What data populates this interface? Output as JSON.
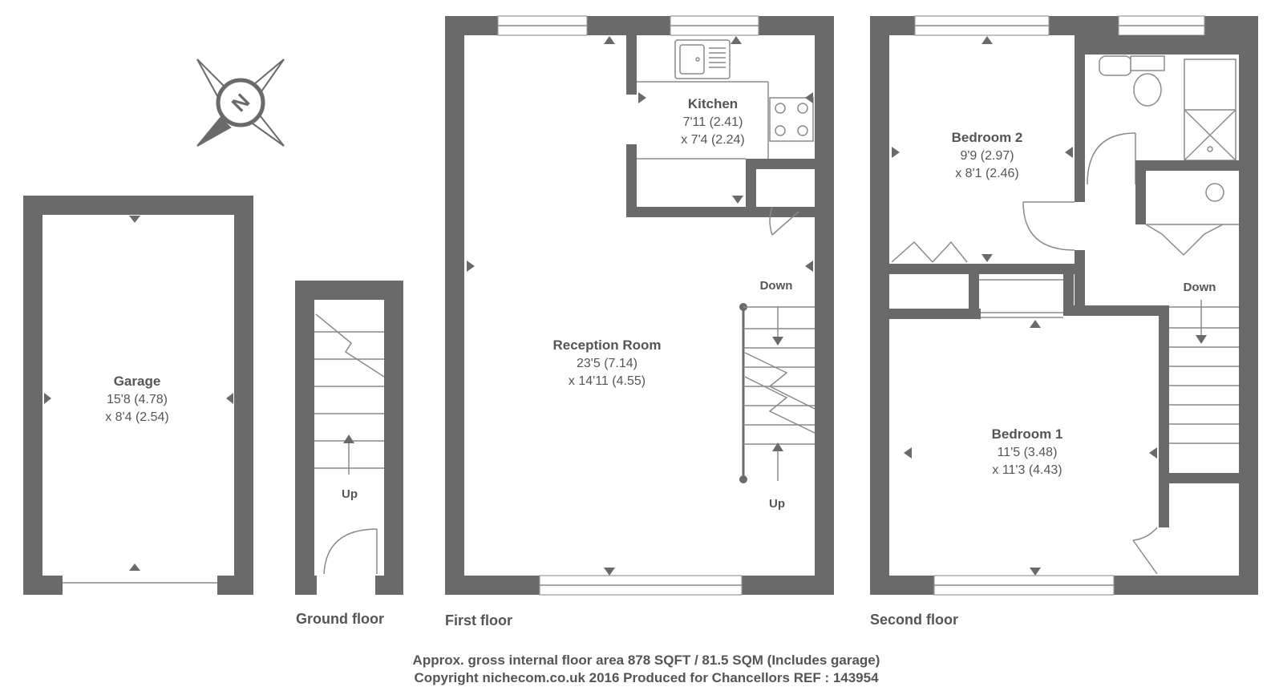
{
  "rooms": {
    "garage": {
      "name": "Garage",
      "dim1": "15'8 (4.78)",
      "dim2": "x 8'4 (2.54)"
    },
    "reception": {
      "name": "Reception Room",
      "dim1": "23'5 (7.14)",
      "dim2": "x 14'11 (4.55)"
    },
    "kitchen": {
      "name": "Kitchen",
      "dim1": "7'11 (2.41)",
      "dim2": "x 7'4 (2.24)"
    },
    "bedroom2": {
      "name": "Bedroom 2",
      "dim1": "9'9 (2.97)",
      "dim2": "x 8'1 (2.46)"
    },
    "bedroom1": {
      "name": "Bedroom 1",
      "dim1": "11'5 (3.48)",
      "dim2": "x 11'3 (4.43)"
    }
  },
  "stairs": {
    "ground_up": "Up",
    "first_down": "Down",
    "first_up": "Up",
    "second_down": "Down"
  },
  "floors": {
    "ground": "Ground floor",
    "first": "First floor",
    "second": "Second floor"
  },
  "compass": {
    "letter": "N"
  },
  "footer": {
    "line1": "Approx. gross internal floor area 878 SQFT / 81.5 SQM (Includes garage)",
    "line2": "Copyright nichecom.co.uk 2016 Produced for Chancellors REF : 143954"
  },
  "colors": {
    "wall": "#6a6a6a",
    "text": "#555555",
    "background": "#ffffff"
  }
}
